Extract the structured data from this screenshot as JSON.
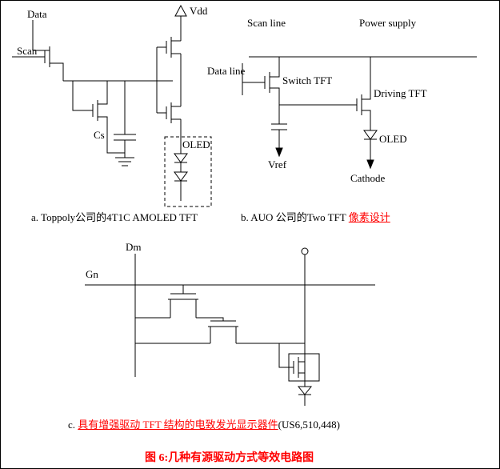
{
  "colors": {
    "accent_red": "#ff0000",
    "ink": "#000000",
    "background": "#ffffff"
  },
  "circuit_a": {
    "labels": {
      "data": "Data",
      "vdd": "Vdd",
      "scan": "Scan",
      "cs": "Cs",
      "oled": "OLED"
    },
    "caption": "a. Toppoly公司的4T1C AMOLED TFT"
  },
  "circuit_b": {
    "labels": {
      "scan_line": "Scan line",
      "power_supply": "Power supply",
      "data_line": "Data line",
      "switch_tft": "Switch TFT",
      "driving_tft": "Driving TFT",
      "vref": "Vref",
      "oled": "OLED",
      "cathode": "Cathode"
    },
    "caption_black": "b. AUO 公司的Two TFT ",
    "caption_red": "像素设计"
  },
  "circuit_c": {
    "labels": {
      "dm": "Dm",
      "gn": "Gn"
    },
    "caption_letter": "c. ",
    "caption_red": "具有增强驱动 TFT 结构的电致发光显示器件",
    "caption_suffix": "(US6,510,448)"
  },
  "figure_caption": "图 6:几种有源驱动方式等效电路图"
}
